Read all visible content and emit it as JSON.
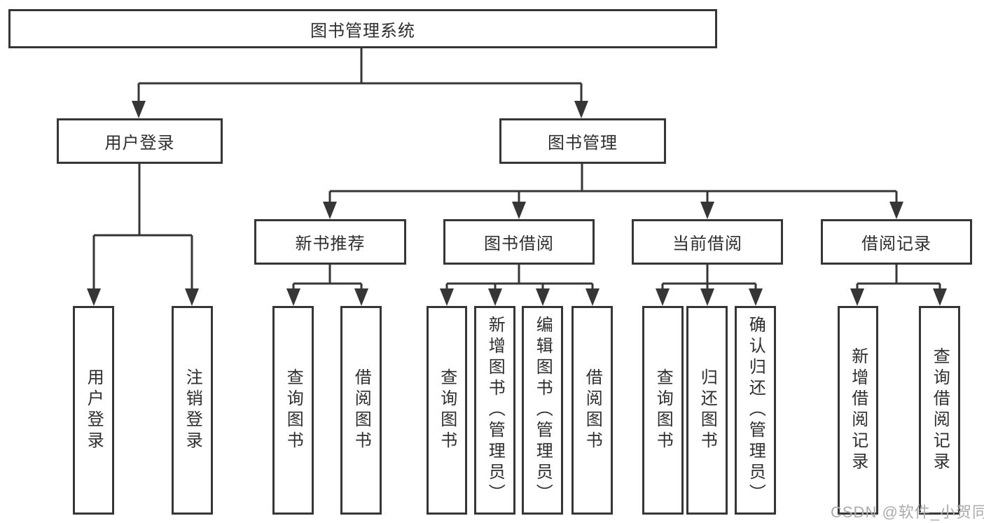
{
  "diagram": {
    "title": {
      "label": "图书管理系统"
    },
    "level2": [
      {
        "label": "用户登录"
      },
      {
        "label": "图书管理"
      }
    ],
    "level3": [
      {
        "label": "新书推荐"
      },
      {
        "label": "图书借阅"
      },
      {
        "label": "当前借阅"
      },
      {
        "label": "借阅记录"
      }
    ],
    "leaves": [
      {
        "label": "用户登录"
      },
      {
        "label": "注销登录"
      },
      {
        "label": "查询图书"
      },
      {
        "label": "借阅图书"
      },
      {
        "label": "查询图书"
      },
      {
        "label": "新增图书（管理员）"
      },
      {
        "label": "编辑图书（管理员）"
      },
      {
        "label": "借阅图书"
      },
      {
        "label": "查询图书"
      },
      {
        "label": "归还图书"
      },
      {
        "label": "确认归还（管理员）"
      },
      {
        "label": "新增借阅记录"
      },
      {
        "label": "查询借阅记录"
      }
    ]
  },
  "watermark": {
    "text": "CSDN @软件_小贺同学"
  },
  "colors": {
    "line": "#363636",
    "text": "#2e2e2e",
    "watermark": "#ababab",
    "background": "#ffffff"
  }
}
